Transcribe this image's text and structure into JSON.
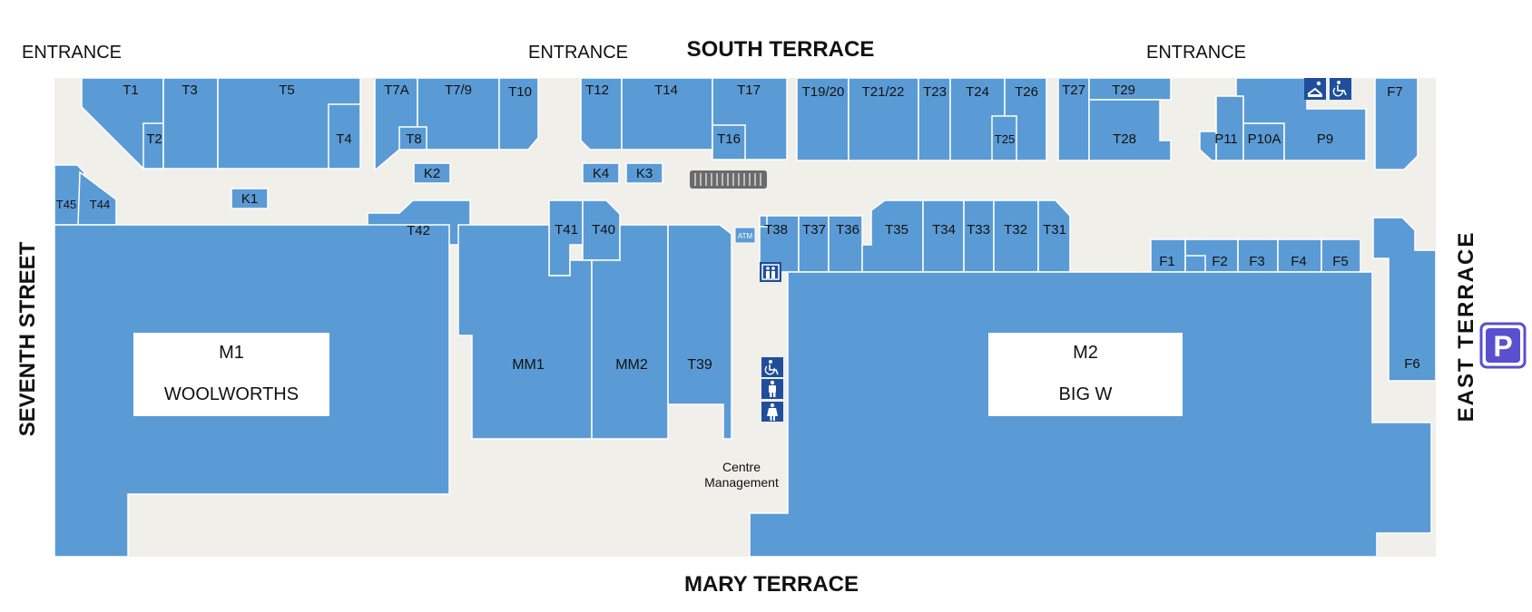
{
  "colors": {
    "floor": "#f1efea",
    "tenancy": "#5b9bd5",
    "tenancy_border": "#ffffff",
    "label": "#111111",
    "anchor_label_bg": "#ffffff",
    "icon_bg": "#1f4e9c",
    "parking": "#5a4fcf"
  },
  "streets": {
    "north": "SOUTH TERRACE",
    "south": "MARY TERRACE",
    "west": "SEVENTH STREET",
    "east": "EAST TERRACE"
  },
  "entrances": [
    "ENTRANCE",
    "ENTRANCE",
    "ENTRANCE"
  ],
  "anchors": [
    {
      "code": "M1",
      "name": "WOOLWORTHS"
    },
    {
      "code": "M2",
      "name": "BIG W"
    }
  ],
  "mini_majors": [
    "MM1",
    "MM2",
    "T39"
  ],
  "tenancies": [
    "T1",
    "T2",
    "T3",
    "T4",
    "T5",
    "T7A",
    "T7/9",
    "T8",
    "T10",
    "T12",
    "T14",
    "T16",
    "T17",
    "T19/20",
    "T21/22",
    "T23",
    "T24",
    "T25",
    "T26",
    "T27",
    "T28",
    "T29",
    "P9",
    "P10A",
    "P11",
    "F7",
    "K1",
    "K2",
    "K3",
    "K4",
    "T45",
    "T44",
    "T42",
    "T41",
    "T40",
    "T38",
    "T37",
    "T36",
    "T35",
    "T34",
    "T33",
    "T32",
    "T31",
    "F1",
    "F2",
    "F3",
    "F4",
    "F5",
    "F6"
  ],
  "centre_management": [
    "Centre",
    "Management"
  ],
  "icons": {
    "atm": "ATM",
    "atm_icon": "atm-icon",
    "lift": "lift-icon",
    "accessible_toilet": "accessible-toilet-icon",
    "male_toilet": "male-toilet-icon",
    "female_toilet": "female-toilet-icon",
    "parents_room": "parents-room-icon",
    "escalator": "escalator-icon",
    "parking": "P",
    "parking_icon": "parking-icon"
  }
}
